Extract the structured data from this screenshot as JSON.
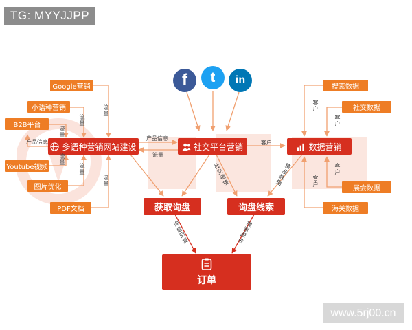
{
  "watermark": {
    "top_left": "TG: MYYJJPP",
    "bottom_right": "www.5rj00.cn"
  },
  "colors": {
    "small_node": "#ee7d25",
    "main_node": "#d62f1f",
    "arrow": "#f0a070",
    "arrow_red": "#d62f1f"
  },
  "social_icons": [
    {
      "name": "facebook-icon",
      "glyph": "f",
      "color": "#3b5998"
    },
    {
      "name": "twitter-icon",
      "glyph": "t",
      "color": "#1da1f2"
    },
    {
      "name": "linkedin-icon",
      "glyph": "in",
      "color": "#0077b5"
    }
  ],
  "left_sources": [
    "Google营销",
    "小语种营销",
    "B2B平台",
    "Youtube视频",
    "图片优化",
    "PDF文档"
  ],
  "right_sources": [
    "搜索数据",
    "社交数据",
    "展会数据",
    "海关数据"
  ],
  "main_nodes": {
    "website": "多语种营销网站建设",
    "social": "社交平台营销",
    "data": "数据营销"
  },
  "result_nodes": {
    "inquiry": "获取询盘",
    "leads": "询盘线索",
    "order": "订单"
  },
  "edge_labels": {
    "traffic": "流量",
    "product_info": "产品信息",
    "customer": "客户",
    "social_link": "社交链接",
    "precise_data": "精准数据",
    "inquiry_reply": "询盘回复",
    "search_followup": "搜索跟进"
  }
}
